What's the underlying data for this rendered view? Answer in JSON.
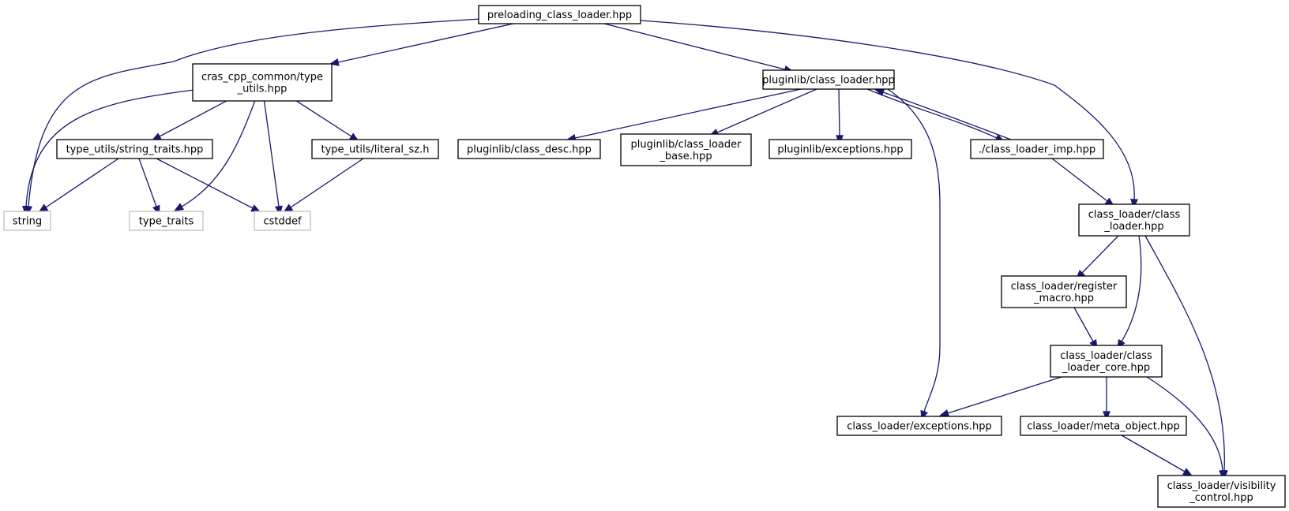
{
  "colors": {
    "edge": "#191970",
    "node_border": "#000000",
    "system_border": "#bfbfbf",
    "root_fill": "#bfbfbf",
    "node_fill": "#ffffff",
    "text": "#000000"
  },
  "nodes": {
    "root": {
      "lines": [
        "preloading_class_loader.hpp"
      ],
      "kind": "root"
    },
    "type_utils": {
      "lines": [
        "cras_cpp_common/type",
        "_utils.hpp"
      ],
      "kind": "normal"
    },
    "pluginlib_class_loader": {
      "lines": [
        "pluginlib/class_loader.hpp"
      ],
      "kind": "normal"
    },
    "string_traits": {
      "lines": [
        "type_utils/string_traits.hpp"
      ],
      "kind": "normal"
    },
    "literal_sz": {
      "lines": [
        "type_utils/literal_sz.h"
      ],
      "kind": "normal"
    },
    "string": {
      "lines": [
        "string"
      ],
      "kind": "system"
    },
    "type_traits": {
      "lines": [
        "type_traits"
      ],
      "kind": "system"
    },
    "cstddef": {
      "lines": [
        "cstddef"
      ],
      "kind": "system"
    },
    "class_desc": {
      "lines": [
        "pluginlib/class_desc.hpp"
      ],
      "kind": "normal"
    },
    "class_loader_base": {
      "lines": [
        "pluginlib/class_loader",
        "_base.hpp"
      ],
      "kind": "normal"
    },
    "pluginlib_exceptions": {
      "lines": [
        "pluginlib/exceptions.hpp"
      ],
      "kind": "normal"
    },
    "class_loader_imp": {
      "lines": [
        "./class_loader_imp.hpp"
      ],
      "kind": "normal"
    },
    "class_loader_class_loader": {
      "lines": [
        "class_loader/class",
        "_loader.hpp"
      ],
      "kind": "normal"
    },
    "register_macro": {
      "lines": [
        "class_loader/register",
        "_macro.hpp"
      ],
      "kind": "normal"
    },
    "class_loader_core": {
      "lines": [
        "class_loader/class",
        "_loader_core.hpp"
      ],
      "kind": "normal"
    },
    "class_loader_exceptions": {
      "lines": [
        "class_loader/exceptions.hpp"
      ],
      "kind": "normal"
    },
    "meta_object": {
      "lines": [
        "class_loader/meta_object.hpp"
      ],
      "kind": "normal"
    },
    "visibility_control": {
      "lines": [
        "class_loader/visibility",
        "_control.hpp"
      ],
      "kind": "normal"
    }
  },
  "edges": [
    {
      "from": "root",
      "to": "string"
    },
    {
      "from": "root",
      "to": "type_utils"
    },
    {
      "from": "root",
      "to": "pluginlib_class_loader"
    },
    {
      "from": "root",
      "to": "class_loader_class_loader"
    },
    {
      "from": "type_utils",
      "to": "string"
    },
    {
      "from": "type_utils",
      "to": "string_traits"
    },
    {
      "from": "type_utils",
      "to": "type_traits"
    },
    {
      "from": "type_utils",
      "to": "cstddef"
    },
    {
      "from": "type_utils",
      "to": "literal_sz"
    },
    {
      "from": "string_traits",
      "to": "string"
    },
    {
      "from": "string_traits",
      "to": "type_traits"
    },
    {
      "from": "string_traits",
      "to": "cstddef"
    },
    {
      "from": "literal_sz",
      "to": "cstddef"
    },
    {
      "from": "pluginlib_class_loader",
      "to": "class_desc"
    },
    {
      "from": "pluginlib_class_loader",
      "to": "class_loader_base"
    },
    {
      "from": "pluginlib_class_loader",
      "to": "pluginlib_exceptions"
    },
    {
      "from": "pluginlib_class_loader",
      "to": "class_loader_imp"
    },
    {
      "from": "pluginlib_class_loader",
      "to": "class_loader_exceptions"
    },
    {
      "from": "class_loader_imp",
      "to": "pluginlib_class_loader"
    },
    {
      "from": "class_loader_imp",
      "to": "class_loader_class_loader"
    },
    {
      "from": "class_loader_class_loader",
      "to": "register_macro"
    },
    {
      "from": "class_loader_class_loader",
      "to": "class_loader_core"
    },
    {
      "from": "class_loader_class_loader",
      "to": "visibility_control"
    },
    {
      "from": "register_macro",
      "to": "class_loader_core"
    },
    {
      "from": "class_loader_core",
      "to": "class_loader_exceptions"
    },
    {
      "from": "class_loader_core",
      "to": "meta_object"
    },
    {
      "from": "class_loader_core",
      "to": "visibility_control"
    },
    {
      "from": "meta_object",
      "to": "visibility_control"
    }
  ]
}
